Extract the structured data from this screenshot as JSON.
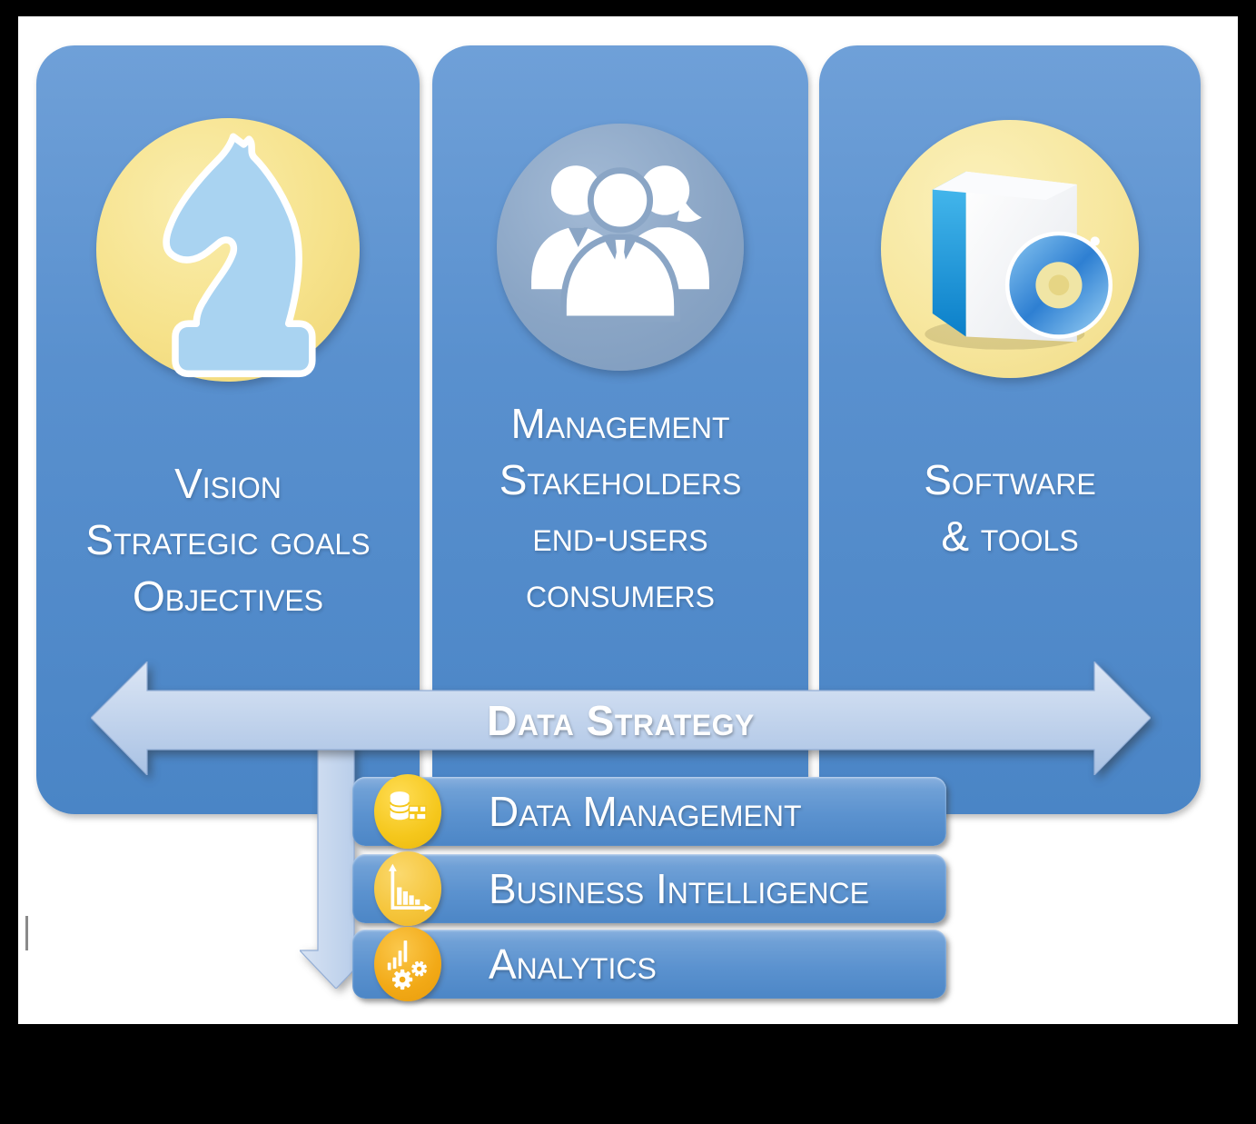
{
  "palette": {
    "column_blue_top": "#6FA0D8",
    "column_blue_bottom": "#4A85C6",
    "arrow_light_blue_top": "#DCE6F5",
    "arrow_light_blue_bottom": "#A9C2E4",
    "bar_blue_top": "#8AB1DF",
    "bar_blue_bottom": "#4C86C6",
    "gold_circle": "#F5C71C",
    "amber_circle": "#F5C53B",
    "orange_circle": "#F2A916",
    "pale_yellow_circle": "#F6E28B",
    "people_circle_gray_blue": "#8AA5C5",
    "knight_light_blue": "#A9D3F1",
    "text_white": "#FFFFFF",
    "frame_black": "#000000",
    "background_white": "#FFFFFF"
  },
  "columns": [
    {
      "id": "vision",
      "icon": "chess-knight-icon",
      "lines": [
        "Vision",
        "Strategic goals",
        "Objectives"
      ]
    },
    {
      "id": "people",
      "icon": "people-group-icon",
      "lines": [
        "Management",
        "Stakeholders",
        "end-users",
        "consumers"
      ]
    },
    {
      "id": "software",
      "icon": "software-box-cd-icon",
      "lines": [
        "Software",
        "& tools"
      ]
    }
  ],
  "arrow": {
    "label": "Data Strategy"
  },
  "bars": [
    {
      "label": "Data Management",
      "icon": "database-icon"
    },
    {
      "label": "Business Intelligence",
      "icon": "bar-chart-axes-icon"
    },
    {
      "label": "Analytics",
      "icon": "bars-gears-icon"
    }
  ]
}
